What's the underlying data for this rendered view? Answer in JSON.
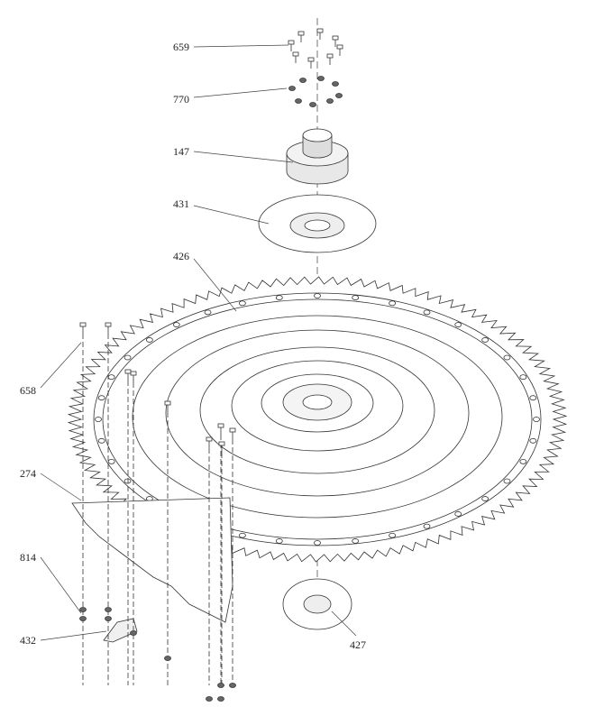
{
  "callouts": [
    {
      "id": "659",
      "text": "659"
    },
    {
      "id": "770",
      "text": "770"
    },
    {
      "id": "147",
      "text": "147"
    },
    {
      "id": "431",
      "text": "431"
    },
    {
      "id": "426",
      "text": "426"
    },
    {
      "id": "658",
      "text": "658"
    },
    {
      "id": "274",
      "text": "274"
    },
    {
      "id": "814",
      "text": "814"
    },
    {
      "id": "432",
      "text": "432"
    },
    {
      "id": "427",
      "text": "427"
    }
  ]
}
